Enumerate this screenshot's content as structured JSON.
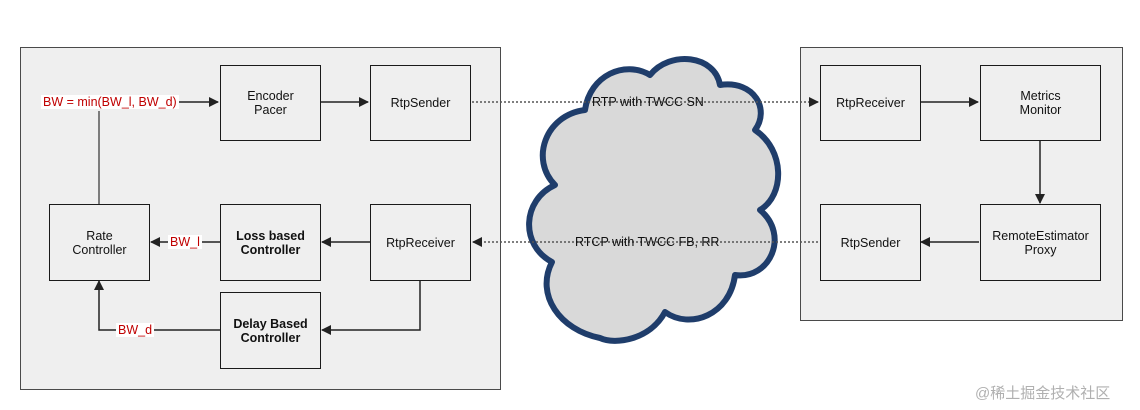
{
  "sender": {
    "encoder_pacer": "Encoder\nPacer",
    "rtp_sender": "RtpSender",
    "rate_controller": "Rate\nController",
    "loss_controller": "Loss based\nController",
    "rtp_receiver": "RtpReceiver",
    "delay_controller": "Delay Based\nController",
    "bw_formula": "BW = min(BW_l, BW_d)",
    "bw_l": "BW_l",
    "bw_d": "BW_d"
  },
  "receiver": {
    "rtp_receiver": "RtpReceiver",
    "metrics_monitor": "Metrics\nMonitor",
    "rtp_sender": "RtpSender",
    "remote_estimator": "RemoteEstimator\nProxy"
  },
  "network": {
    "forward_label": "RTP with TWCC SN",
    "feedback_label": "RTCP with TWCC FB, RR"
  },
  "watermark": "@稀土掘金技术社区",
  "colors": {
    "accent_red": "#c00000",
    "cloud_fill": "#d9d9d9",
    "cloud_stroke": "#1f3d6b",
    "panel": "#efefef"
  }
}
